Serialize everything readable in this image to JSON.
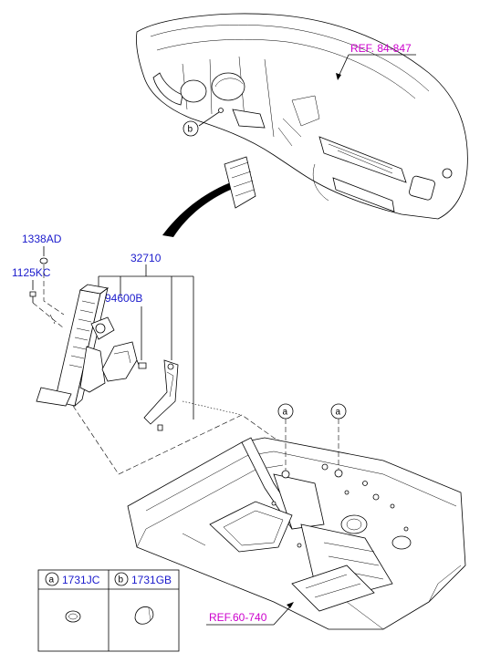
{
  "references": {
    "dash_ref": "REF. 84-847",
    "floor_ref": "REF.60-740"
  },
  "parts": {
    "nut": "1338AD",
    "bolt": "1125KC",
    "pedal_assy": "32710",
    "sensor": "94600B"
  },
  "callouts": {
    "a": "a",
    "b": "b"
  },
  "legend": {
    "col_a_letter": "a",
    "col_a_part": "1731JC",
    "col_b_letter": "b",
    "col_b_part": "1731GB"
  },
  "colors": {
    "part_number": "#1a1acc",
    "reference": "#cc00cc",
    "outline": "#000000"
  }
}
